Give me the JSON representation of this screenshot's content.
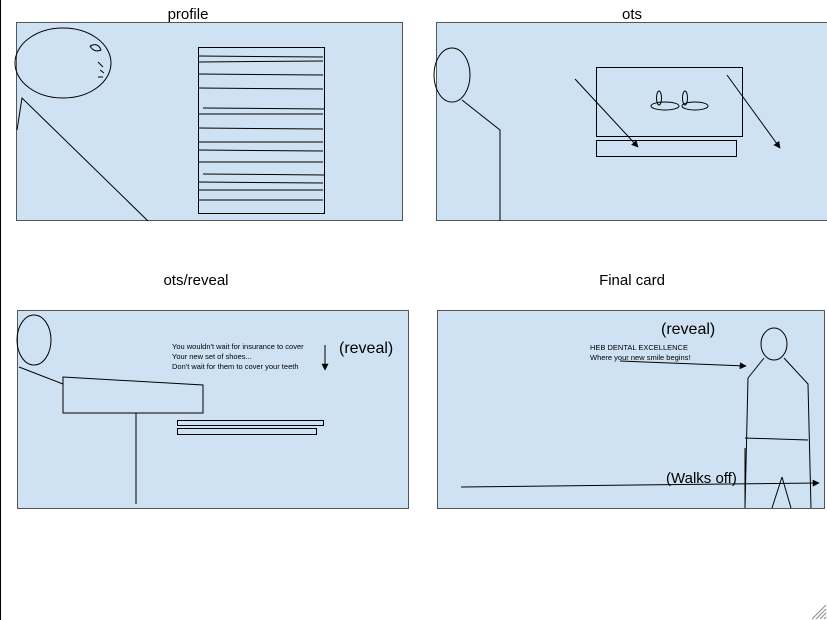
{
  "panels": [
    {
      "title": "profile"
    },
    {
      "title": "ots"
    },
    {
      "title": "ots/reveal",
      "script_lines": [
        "You wouldn't wait for insurance to cover",
        "Your new set of shoes...",
        "Don't wait for them to cover your teeth"
      ],
      "note": "(reveal)"
    },
    {
      "title": "Final card",
      "note": "(reveal)",
      "card_lines": [
        "HEB DENTAL EXCELLENCE",
        "Where your new smile begins!"
      ],
      "action": "(Walks off)"
    }
  ],
  "colors": {
    "panel_fill": "#cfe2f3",
    "stroke": "#000000"
  }
}
